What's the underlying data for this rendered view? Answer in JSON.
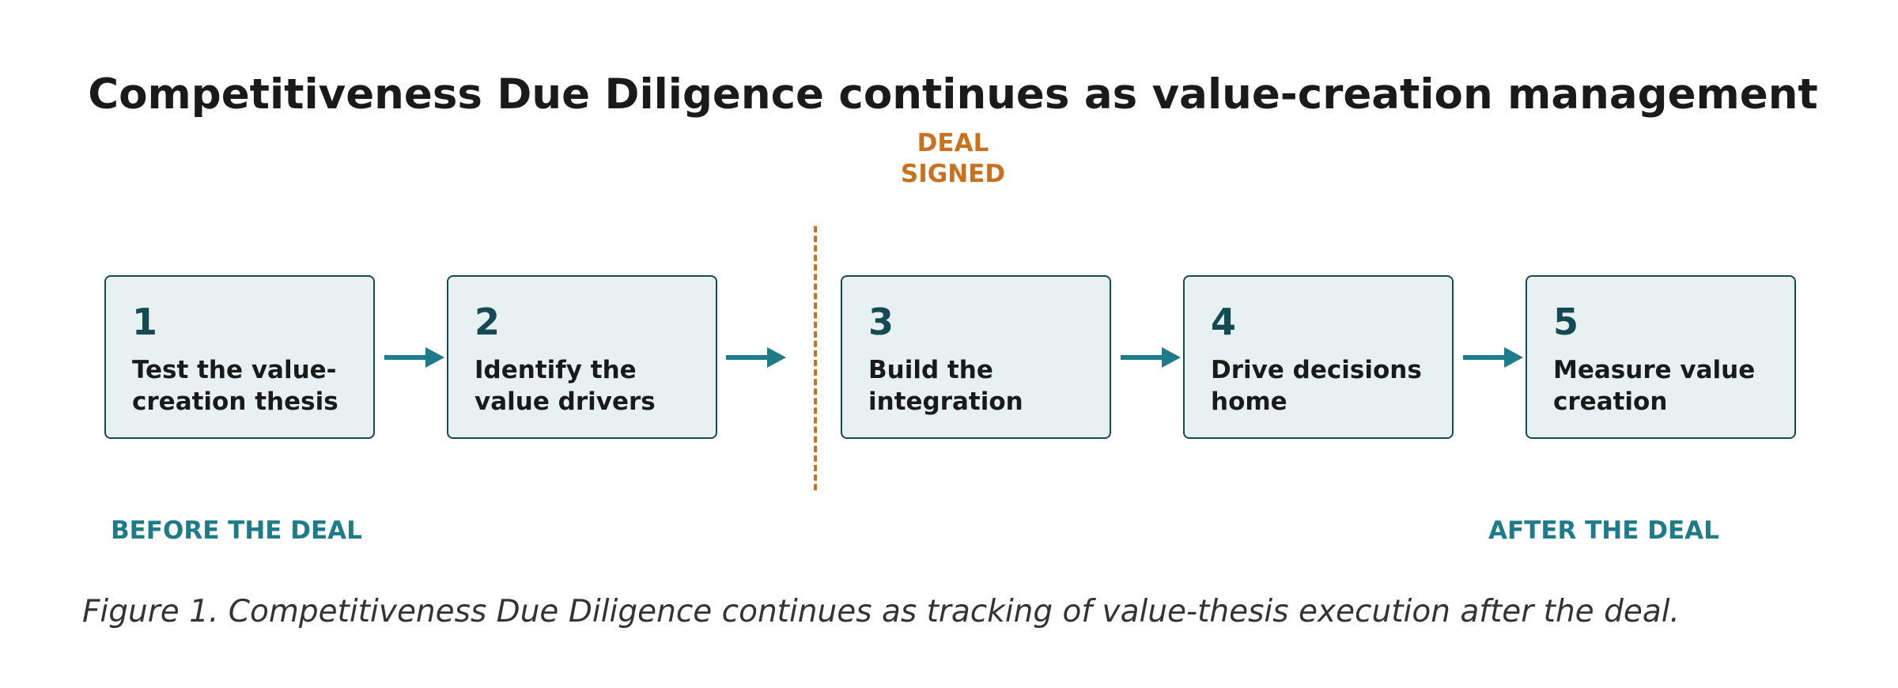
{
  "title": "Competitiveness Due Diligence continues as value-creation management",
  "deal_marker": {
    "label": "DEAL\nSIGNED"
  },
  "steps": [
    {
      "number": "1",
      "label": "Test the value-\ncreation thesis"
    },
    {
      "number": "2",
      "label": "Identify the\nvalue drivers"
    },
    {
      "number": "3",
      "label": "Build the\nintegration"
    },
    {
      "number": "4",
      "label": "Drive decisions\nhome"
    },
    {
      "number": "5",
      "label": "Measure value\ncreation"
    }
  ],
  "phases": {
    "before": "BEFORE THE DEAL",
    "after": "AFTER THE DEAL"
  },
  "caption": "Figure 1. Competitiveness Due Diligence continues as tracking of value-thesis execution after the deal.",
  "colors": {
    "accent": "#c8711f",
    "teal": "#1e7b8a",
    "box_fill": "#e8f1f2",
    "box_border": "#154a55"
  }
}
